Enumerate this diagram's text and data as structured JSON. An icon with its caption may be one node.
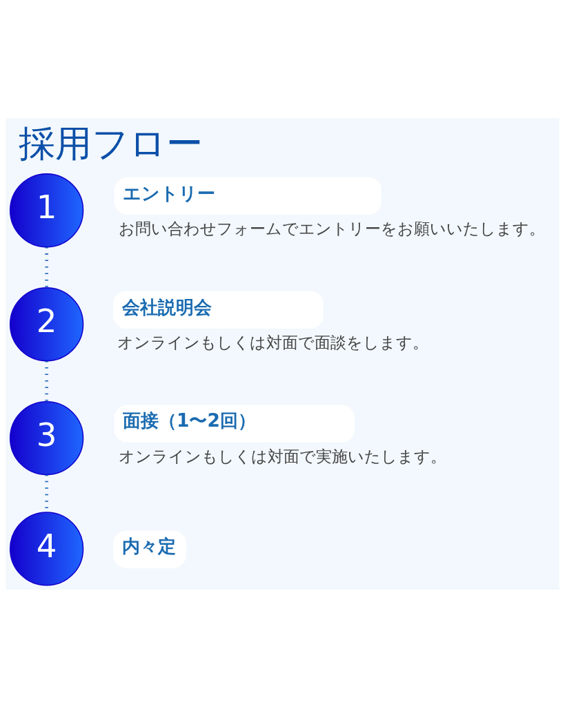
{
  "diagram": {
    "title": "採用フロー",
    "nodes": [
      {
        "text": [
          "1"
        ]
      },
      {
        "text": [
          "エントリー"
        ],
        "beside": [
          "お問い合わせフォームでエントリーをお願いいたします。"
        ]
      },
      {
        "text": [
          "2"
        ]
      },
      {
        "text": [
          "会社説明会"
        ],
        "beside": [
          "オンラインもしくは対面で面談をします。"
        ]
      },
      {
        "text": [
          "3"
        ]
      },
      {
        "text": [
          "面接（1〜2回）"
        ],
        "beside": [
          "オンラインもしくは対面で実施いたします。"
        ]
      },
      {
        "text": [
          "4"
        ]
      },
      {
        "text": [
          "内々定"
        ]
      }
    ],
    "edges": [
      {
        "from": 0,
        "to": 2,
        "arrow": "none",
        "style": "dashed"
      },
      {
        "from": 2,
        "to": 4,
        "arrow": "none",
        "style": "dashed"
      },
      {
        "from": 4,
        "to": 6,
        "arrow": "none",
        "style": "dashed"
      }
    ]
  }
}
